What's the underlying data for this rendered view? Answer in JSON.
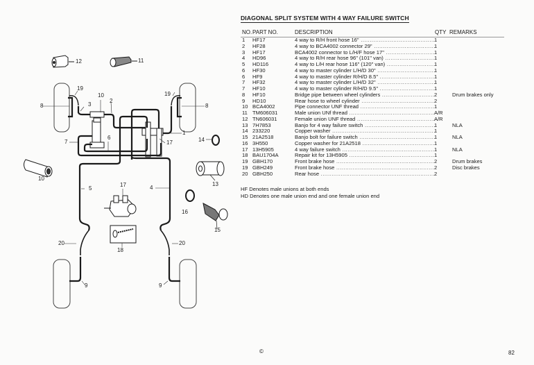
{
  "document": {
    "title": "DIAGONAL SPLIT SYSTEM WITH 4 WAY FAILURE SWITCH",
    "page_number": "82",
    "copyright_symbol": "©"
  },
  "table": {
    "headers": {
      "no": "NO.",
      "part_no": "PART NO.",
      "description": "DESCRIPTION",
      "qty": "QTY",
      "remarks": "REMARKS"
    },
    "rows": [
      {
        "no": "1",
        "part_no": "HF17",
        "description": "4 way to R/H front hose 16\"",
        "qty": "1",
        "remarks": ""
      },
      {
        "no": "2",
        "part_no": "HF28",
        "description": "4 way to BCA4002 connector 29\"",
        "qty": "1",
        "remarks": ""
      },
      {
        "no": "3",
        "part_no": "HF17",
        "description": "BCA4002 connector to L/H/F hose 17\"",
        "qty": "1",
        "remarks": ""
      },
      {
        "no": "4",
        "part_no": "HD96",
        "description": "4 way to R/H rear hose 96\" (101\" van)",
        "qty": "1",
        "remarks": ""
      },
      {
        "no": "5",
        "part_no": "HD116",
        "description": "4 way to L/H rear hose 116\" (120\" van)",
        "qty": "1",
        "remarks": ""
      },
      {
        "no": "6",
        "part_no": "HF30",
        "description": "4 way to master cylinder L/H/D 30\"",
        "qty": "1",
        "remarks": ""
      },
      {
        "no": "6",
        "part_no": "HF9",
        "description": "4 way to master cylinder R/H/D 8.5\"",
        "qty": "1",
        "remarks": ""
      },
      {
        "no": "7",
        "part_no": "HF32",
        "description": "4 way to master cylinder L/H/D 32\"",
        "qty": "1",
        "remarks": ""
      },
      {
        "no": "7",
        "part_no": "HF10",
        "description": "4 way to master cylinder R/H/D 9.5\"",
        "qty": "1",
        "remarks": ""
      },
      {
        "no": "8",
        "part_no": "HF10",
        "description": "Bridge pipe between wheel cylinders",
        "qty": "2",
        "remarks": "Drum brakes only"
      },
      {
        "no": "9",
        "part_no": "HD10",
        "description": "Rear hose to wheel cylinder",
        "qty": "2",
        "remarks": ""
      },
      {
        "no": "10",
        "part_no": "BCA4002",
        "description": "Pipe connector UNF thread",
        "qty": "1",
        "remarks": ""
      },
      {
        "no": "11",
        "part_no": "TM606031",
        "description": "Male union UNf thread",
        "qty": "A/R",
        "remarks": ""
      },
      {
        "no": "12",
        "part_no": "TN606031",
        "description": "Female union UNF thread",
        "qty": "A/R",
        "remarks": ""
      },
      {
        "no": "13",
        "part_no": "7H7853",
        "description": "Banjo for 4 way failure switch",
        "qty": "1",
        "remarks": "NLA"
      },
      {
        "no": "14",
        "part_no": "233220",
        "description": "Copper washer",
        "qty": "1",
        "remarks": ""
      },
      {
        "no": "15",
        "part_no": "21A2518",
        "description": "Banjo bolt for failure switch",
        "qty": "1",
        "remarks": "NLA"
      },
      {
        "no": "16",
        "part_no": "3H550",
        "description": "Copper washer for 21A2518",
        "qty": "1",
        "remarks": ""
      },
      {
        "no": "17",
        "part_no": "13H5905",
        "description": "4 way failure switch",
        "qty": "1",
        "remarks": "NLA"
      },
      {
        "no": "18",
        "part_no": "BAU1704A",
        "description": "Repair kit for 13H5905",
        "qty": "1",
        "remarks": ""
      },
      {
        "no": "19",
        "part_no": "GBH170",
        "description": "Front brake hose",
        "qty": "2",
        "remarks": "Drum brakes"
      },
      {
        "no": "19",
        "part_no": "GBH249",
        "description": "Front  brake hose",
        "qty": "2",
        "remarks": "Disc brakes"
      },
      {
        "no": "20",
        "part_no": "GBH250",
        "description": "Rear hose",
        "qty": "2",
        "remarks": ""
      }
    ]
  },
  "notes": [
    "HF Denotes male unions at both ends",
    "HD Denotes one male union end and one female union end"
  ],
  "diagram": {
    "labels": {
      "l12": "12",
      "l11": "11",
      "l19a": "19",
      "l19b": "19",
      "l10a": "10",
      "l2": "2",
      "l3": "3",
      "l8a": "8",
      "l8b": "8",
      "l1": "1",
      "l14": "14",
      "l17a": "17",
      "l7": "7",
      "l6": "6",
      "l10b": "10",
      "l13": "13",
      "l5": "5",
      "l4": "4",
      "l17b": "17",
      "l16": "16",
      "l15": "15",
      "l20a": "20",
      "l20b": "20",
      "l18": "18",
      "l9a": "9",
      "l9b": "9"
    }
  }
}
